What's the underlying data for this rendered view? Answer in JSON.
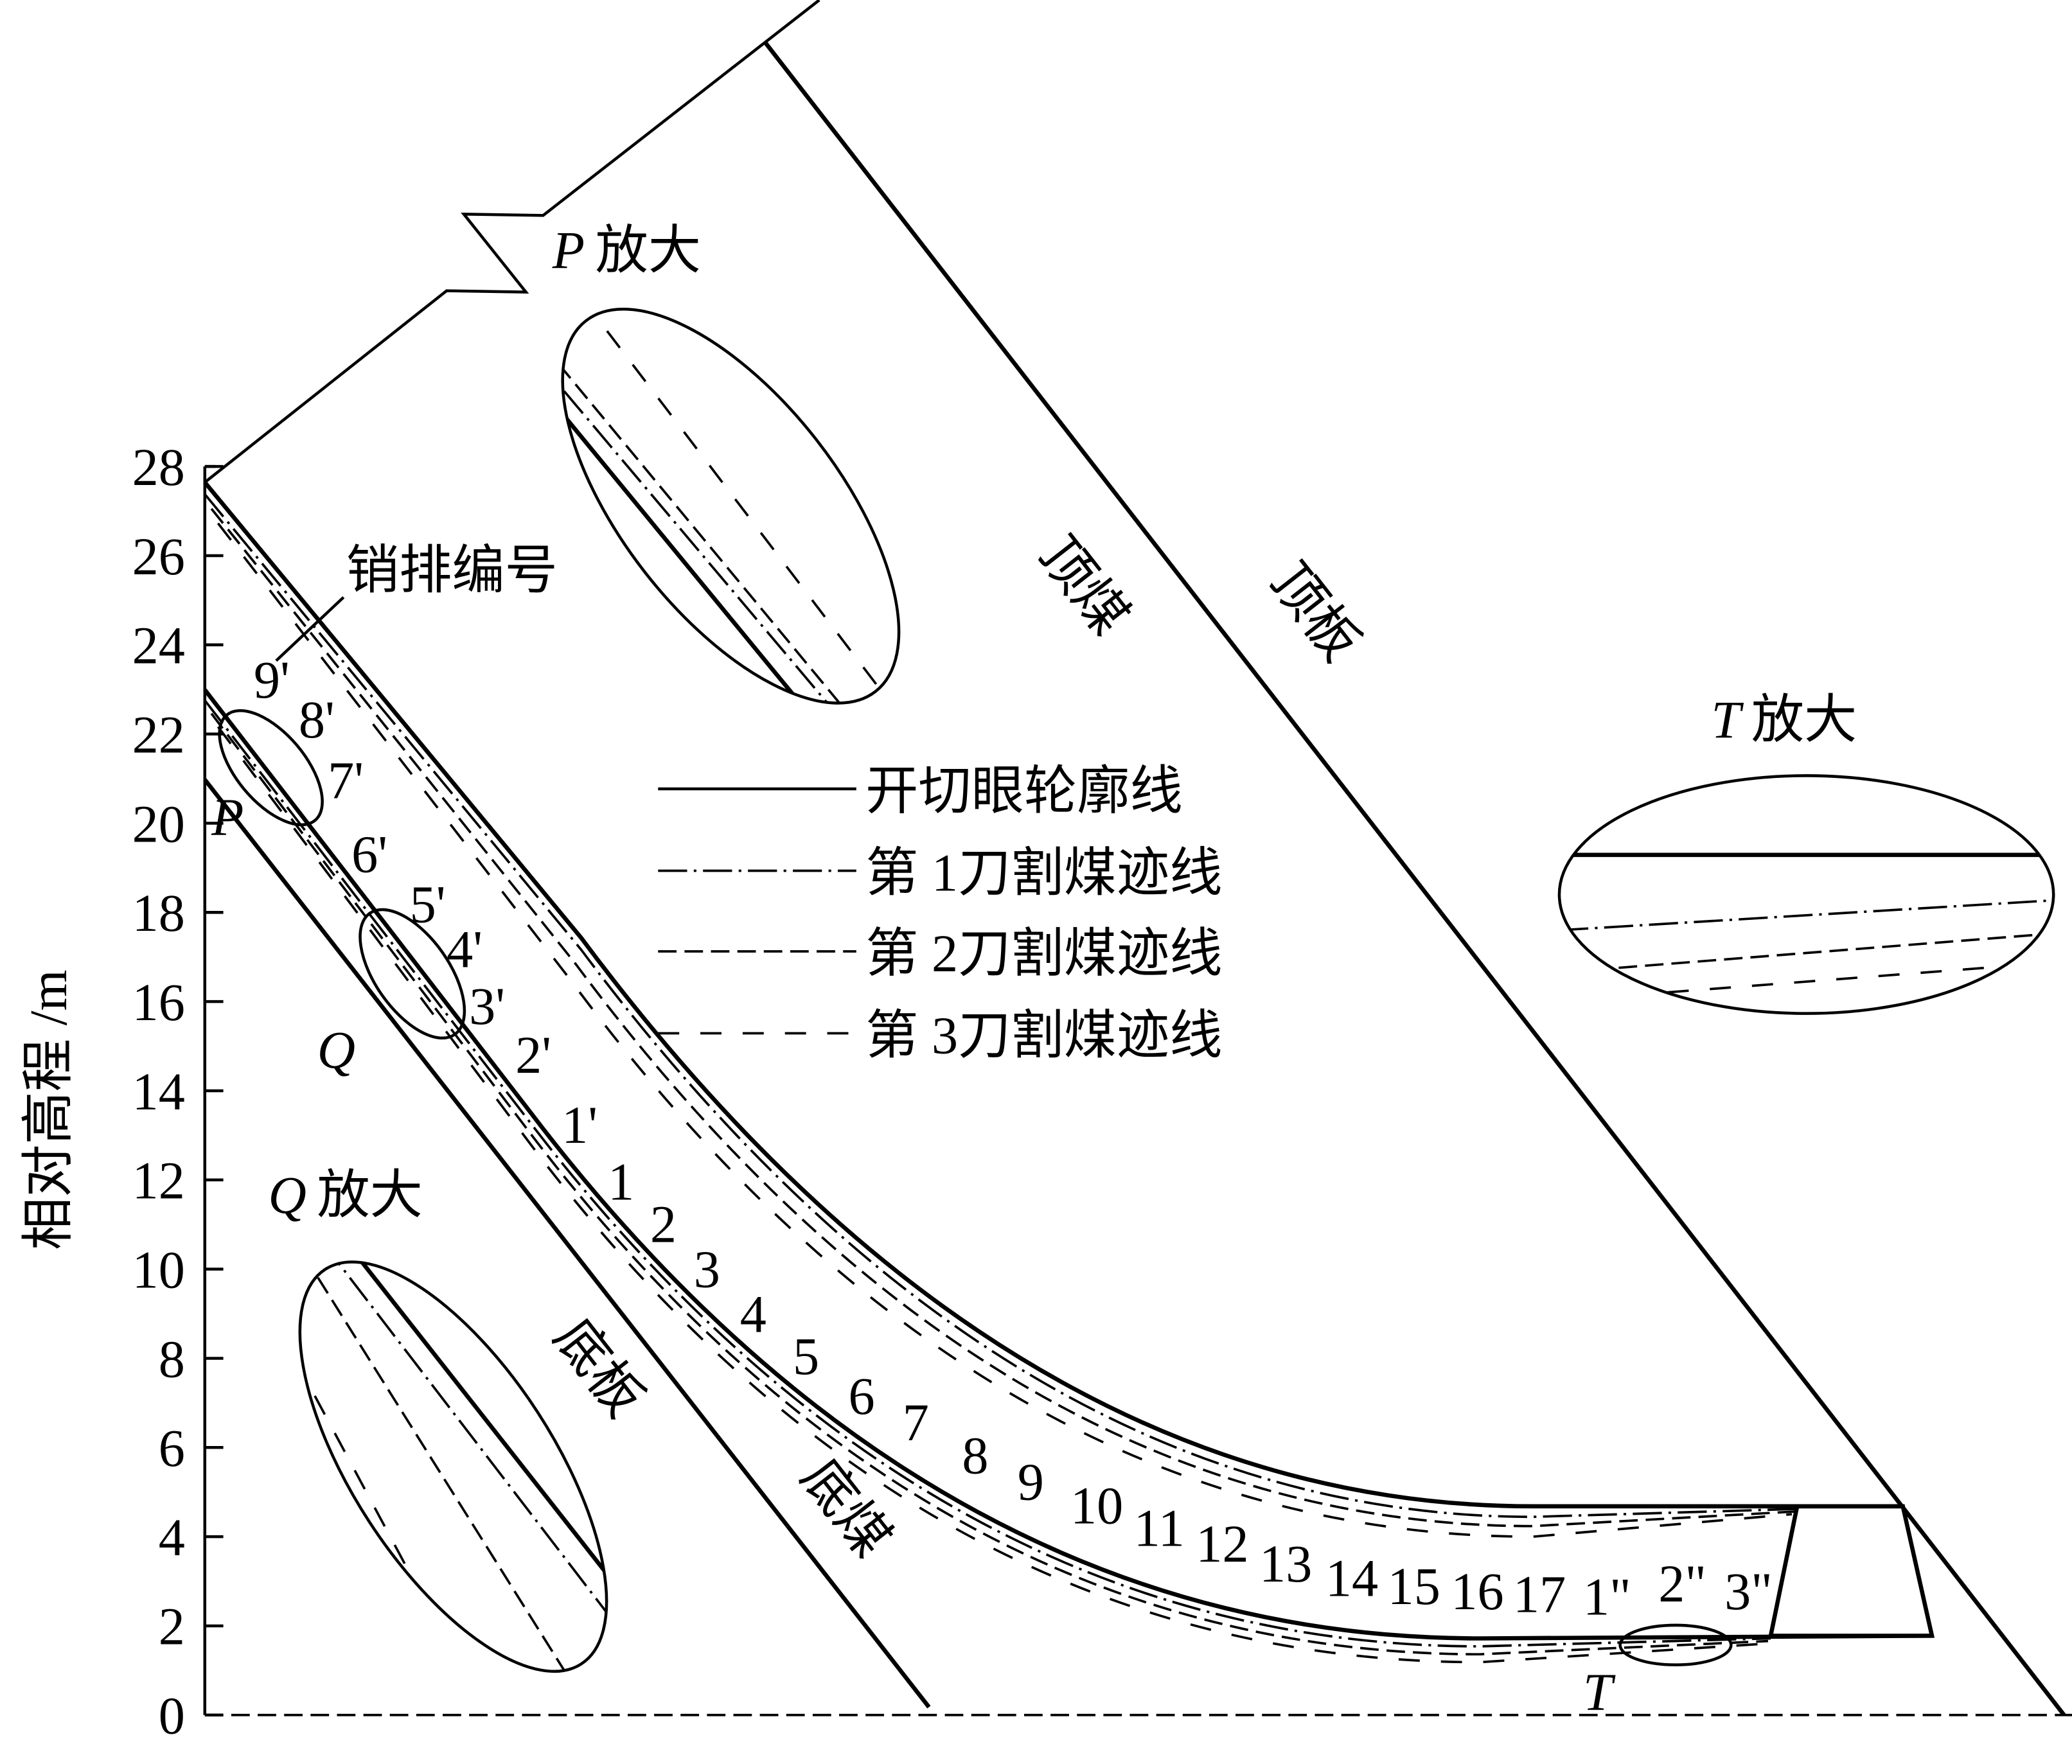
{
  "y_axis": {
    "label": "相对高程 /m",
    "ticks": [
      "0",
      "2",
      "4",
      "6",
      "8",
      "10",
      "12",
      "14",
      "16",
      "18",
      "20",
      "22",
      "24",
      "26",
      "28"
    ]
  },
  "zones": {
    "roof_coal": "顶煤",
    "roof": "顶板",
    "floor": "底板",
    "floor_coal": "底煤"
  },
  "magnify": {
    "p": {
      "letter": "P",
      "label": "放大"
    },
    "q": {
      "letter": "Q",
      "label": "放大"
    },
    "t": {
      "letter": "T",
      "label": "放大"
    }
  },
  "points": {
    "p": "P",
    "q": "Q",
    "t": "T"
  },
  "pin_row_title": "销排编号",
  "pin_rows": [
    "9'",
    "8'",
    "7'",
    "6'",
    "5'",
    "4'",
    "3'",
    "2'",
    "1'",
    "1",
    "2",
    "3",
    "4",
    "5",
    "6",
    "7",
    "8",
    "9",
    "10",
    "11",
    "12",
    "13",
    "14",
    "15",
    "16",
    "17",
    "1\"",
    "2\"",
    "3\""
  ],
  "legend": [
    {
      "label": "开切眼轮廓线",
      "style": "solid"
    },
    {
      "label": "第 1刀割煤迹线",
      "style": "dash-dot"
    },
    {
      "label": "第 2刀割煤迹线",
      "style": "dashed"
    },
    {
      "label": "第 3刀割煤迹线",
      "style": "long-dash"
    }
  ]
}
